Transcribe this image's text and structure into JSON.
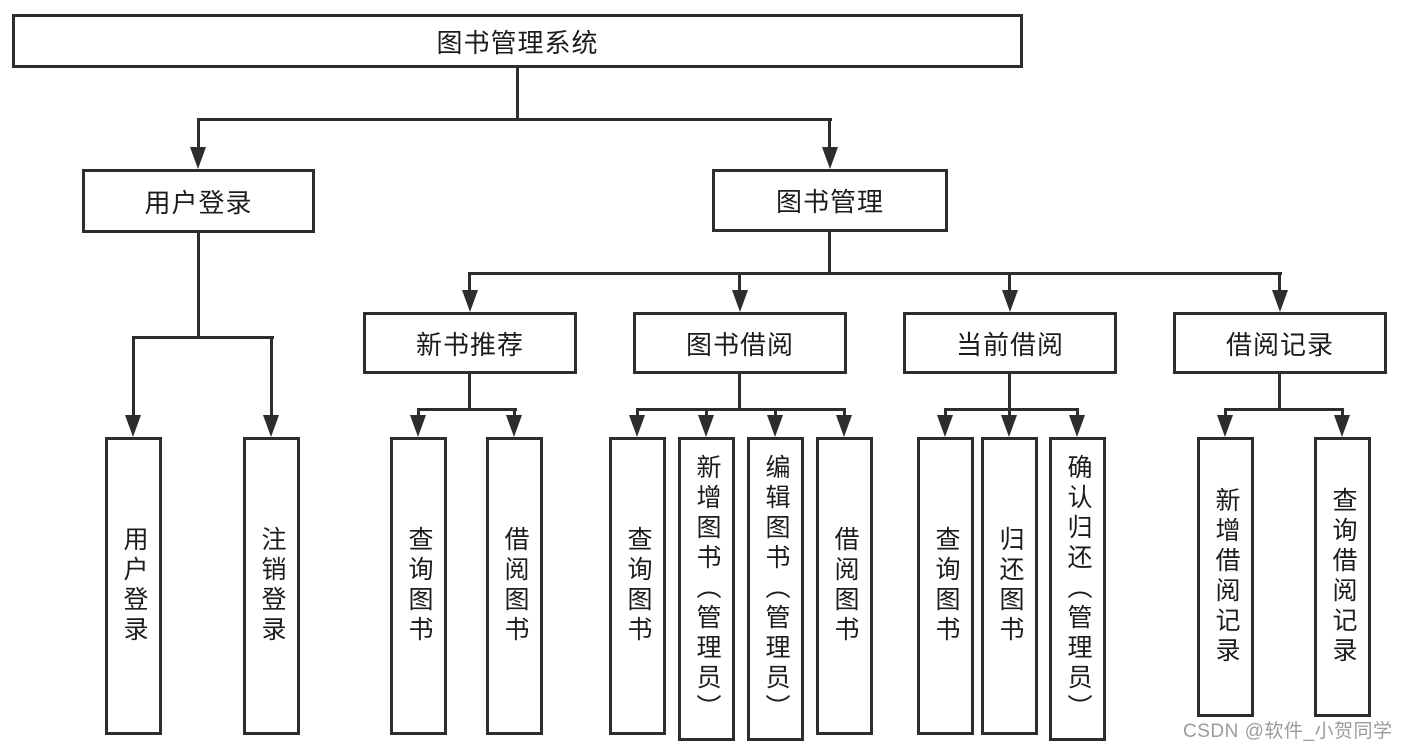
{
  "diagram": {
    "root": "图书管理系统",
    "level2": {
      "login": "用户登录",
      "mgmt": "图书管理"
    },
    "level3": {
      "newbook": "新书推荐",
      "borrow": "图书借阅",
      "current": "当前借阅",
      "records": "借阅记录"
    },
    "leaves": {
      "a1": "用户登录",
      "a2": "注销登录",
      "b1": "查询图书",
      "b2": "借阅图书",
      "c1": "查询图书",
      "c2": "新增图书（管理员）",
      "c3": "编辑图书（管理员）",
      "c4": "借阅图书",
      "d1": "查询图书",
      "d2": "归还图书",
      "d3": "确认归还（管理员）",
      "e1": "新增借阅记录",
      "e2": "查询借阅记录"
    }
  },
  "watermark": "CSDN @软件_小贺同学",
  "colors": {
    "line": "#2d2d2d",
    "text": "#1c1c1c",
    "watermark": "#9c9c9c",
    "background": "#ffffff"
  }
}
